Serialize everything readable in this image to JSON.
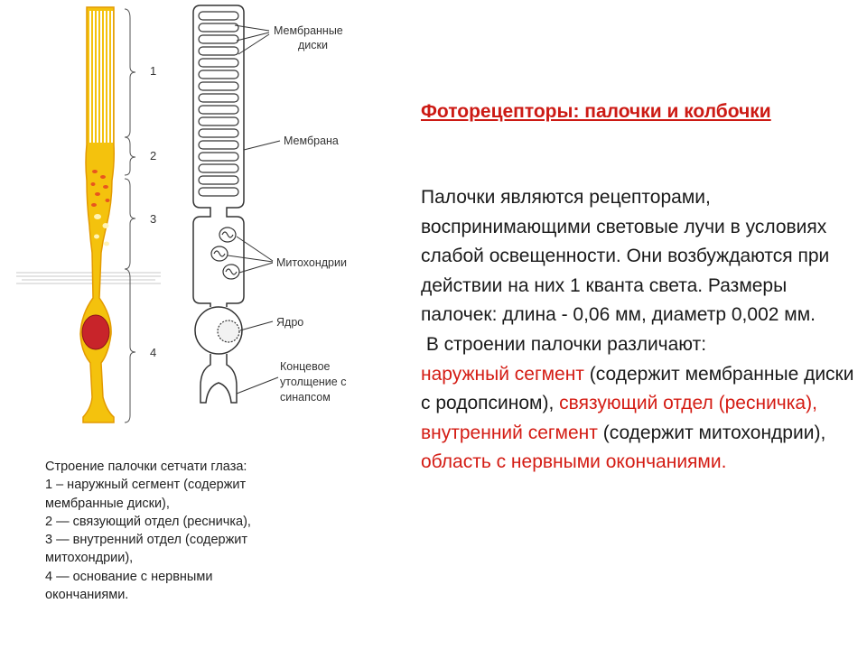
{
  "figure": {
    "segment_numbers": [
      "1",
      "2",
      "3",
      "4"
    ],
    "labels": {
      "membrane_discs": [
        "Мембранные",
        "диски"
      ],
      "membrane": "Мембрана",
      "mitochondria": "Митохондрии",
      "nucleus": "Ядро",
      "terminal": [
        "Концевое",
        "утолщение с",
        "синапсом"
      ]
    },
    "colors": {
      "rod_fill": "#f4c20d",
      "rod_outline": "#e39a00",
      "nucleus": "#c8242a",
      "inclusions": "#e8551e"
    }
  },
  "caption": {
    "lines": [
      "Строение палочки сетчати глаза:",
      "1 – наружный сегмент (содержит",
      "мембранные диски),",
      "2 — связующий отдел (ресничка),",
      "3 — внутренний отдел (содержит",
      "митохондрии),",
      "4 — основание с нервными",
      "окончаниями."
    ]
  },
  "title": "Фоторецепторы: палочки и колбочки",
  "body": {
    "intro": "Палочки являются рецепторами, воспринимающими световые лучи в условиях слабой освещенности. Они возбуждаются при действии на них 1 кванта света. Размеры палочек: длина - 0,06 мм, диаметр 0,002 мм.",
    "lead": "В строении палочки различают:",
    "outer_segment": "наружный сегмент",
    "outer_note": "(содержит мембранные диски с родопсином),",
    "connecting": "связующий отдел (ресничка),",
    "inner_segment": "внутренний сегмент",
    "inner_note": "(содержит митохондрии),",
    "base": "область с нервными окончаниями."
  }
}
